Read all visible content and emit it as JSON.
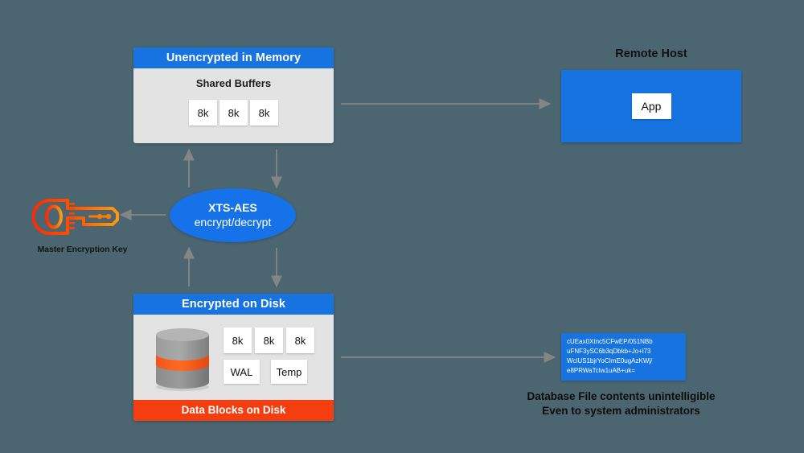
{
  "diagram": {
    "title": "Transparent Data Encryption data flow",
    "background_color": "#4b6671",
    "accent_blue": "#1673e0",
    "accent_orange": "#f43e10",
    "panel_gray": "#e3e3e3",
    "arrow_color": "#808080"
  },
  "memory_panel": {
    "header": "Unencrypted in Memory",
    "subtitle": "Shared Buffers",
    "blocks": [
      "8k",
      "8k",
      "8k"
    ]
  },
  "cipher": {
    "line1": "XTS-AES",
    "line2": "encrypt/decrypt"
  },
  "key": {
    "label": "Master Encryption Key",
    "icon": "key-icon",
    "color_start": "#ff3300",
    "color_end": "#ff9900"
  },
  "disk_panel": {
    "header": "Encrypted on Disk",
    "footer": "Data Blocks on Disk",
    "icon": "database-cylinder-icon",
    "blocks_row1": [
      "8k",
      "8k",
      "8k"
    ],
    "blocks_row2": [
      "WAL",
      "Temp"
    ]
  },
  "remote": {
    "title": "Remote Host",
    "app_label": "App"
  },
  "ciphertext": {
    "lines": [
      "cUEax0Xtnc5CFwEP/051NBb",
      "uFNF3ySC6b3qDbkb+Jo+l73",
      "WclUS1bjrYoCImE0ugAzKWj/",
      "e8PRWaTcIw1uAB+uk="
    ],
    "caption_line1": "Database File contents unintelligible",
    "caption_line2": "Even to system administrators"
  },
  "arrows": {
    "memory_to_app": "arrow-right-memory-to-app",
    "disk_to_ciphertext": "arrow-right-disk-to-ciphertext",
    "cipher_to_key": "arrow-left-cipher-to-key",
    "cipher_up_to_memory": "arrow-up-cipher-to-memory",
    "memory_down_to_cipher": "arrow-down-memory-to-cipher",
    "disk_up_to_cipher": "arrow-up-disk-to-cipher",
    "cipher_down_to_disk": "arrow-down-cipher-to-disk"
  }
}
